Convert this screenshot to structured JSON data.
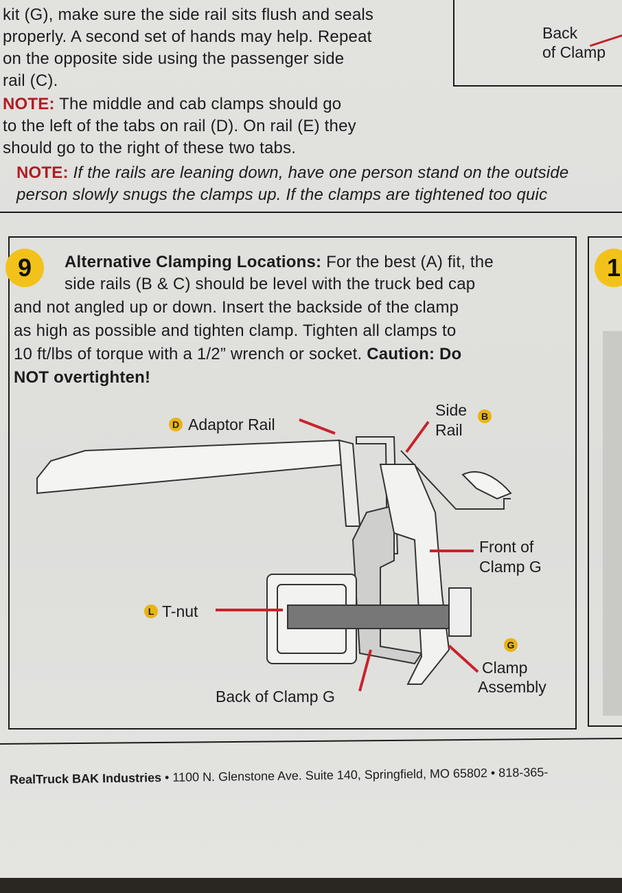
{
  "top_text": {
    "lines": [
      "kit (G), make sure the side rail sits flush and seals",
      "properly. A second set of hands may help. Repeat",
      "on the opposite side using the passenger side",
      "rail (C)."
    ],
    "note1_label": "NOTE:",
    "note1_lines": [
      " The middle and cab clamps should go",
      "to the left of the tabs on rail (D). On rail (E) they",
      "should go to the right of these two tabs."
    ],
    "note2_label": "NOTE:",
    "note2_lines": [
      " If the rails are leaning down, have one person stand on the outside",
      "person slowly snugs the clamps up. If the clamps are tightened too quic"
    ]
  },
  "top_figure": {
    "label_line1": "Back",
    "label_line2": "of Clamp"
  },
  "step9": {
    "number": "9",
    "title": "Alternative Clamping Locations:",
    "text_line1": " For the best (A) fit, the",
    "lines": [
      "side rails (B & C) should be level with the truck bed cap",
      "and not angled up or down. Insert the backside of the clamp",
      "as high as possible and tighten clamp. Tighten all clamps to",
      "10 ft/lbs of torque with a 1/2” wrench or socket. "
    ],
    "caution": "Caution: Do",
    "caution2": "NOT overtighten!",
    "diagram": {
      "adaptor_rail": {
        "badge": "D",
        "label": "Adaptor Rail"
      },
      "side_rail": {
        "badge": "B",
        "line1": "Side",
        "line2": "Rail"
      },
      "front_clamp": {
        "line1": "Front of",
        "line2": "Clamp G"
      },
      "tnut": {
        "badge": "L",
        "label": "T-nut"
      },
      "clamp_assembly": {
        "badge": "G",
        "line1": "Clamp",
        "line2": "Assembly"
      },
      "back_clamp": {
        "label": "Back of Clamp G"
      }
    }
  },
  "step10": {
    "number": "1"
  },
  "footer": {
    "company": "RealTruck BAK Industries",
    "address": " • 1100 N. Glenstone Ave. Suite 140, Springfield, MO 65802 • 818-365-"
  }
}
